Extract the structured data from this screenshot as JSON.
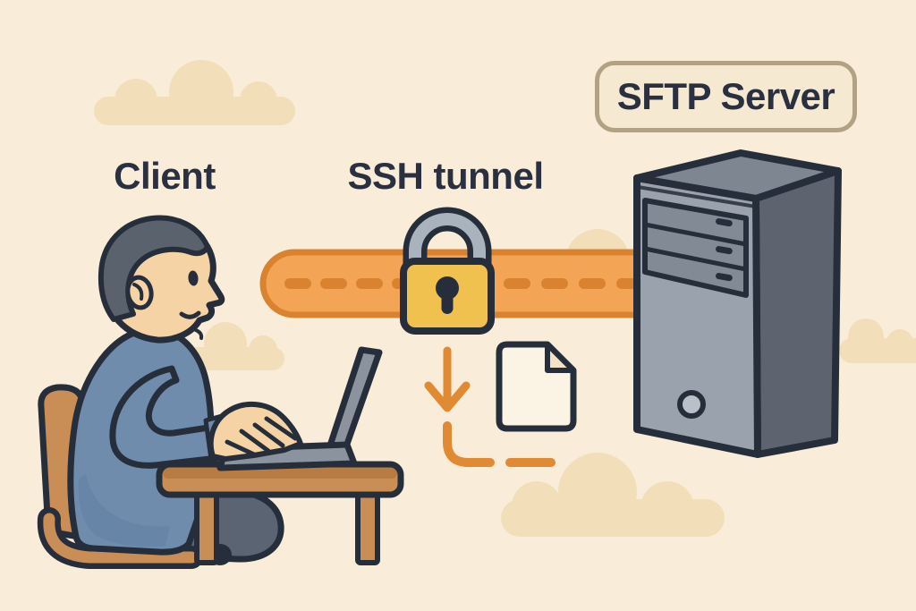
{
  "labels": {
    "client": "Client",
    "tunnel": "SSH tunnel",
    "server": "SFTP Server"
  },
  "icons": {
    "padlock": "lock-icon",
    "file": "document-icon",
    "arrow": "down-arrow-icon",
    "server": "server-tower",
    "person": "person-at-laptop",
    "cloud": "cloud-shape"
  },
  "colors": {
    "background": "#f9edda",
    "cloud": "#f3deba",
    "outline": "#272e3b",
    "text": "#2b3040",
    "tunnel_fill": "#f4a455",
    "tunnel_border": "#d9822f",
    "tunnel_dash": "#d9822f",
    "lock_body": "#f1c14f",
    "lock_shackle": "#a9b3bd",
    "arrow_orange": "#e08a33",
    "paper": "#fbf4e4",
    "paper_fold": "#f3e2c6",
    "server_front": "#9aa3ad",
    "server_side": "#5d646f",
    "server_top": "#7e8791",
    "server_panel": "#828b95",
    "server_button": "#b9c0c8",
    "badge_fill": "#f6e9d2",
    "badge_border": "#b1a284",
    "skin": "#f6d3a4",
    "hair": "#5a626d",
    "sweater": "#6f8cad",
    "sweater_shade": "#5f80a2",
    "pants": "#5a6472",
    "wood": "#c98e55",
    "wood_dark": "#b87c42",
    "laptop": "#8b949e"
  }
}
